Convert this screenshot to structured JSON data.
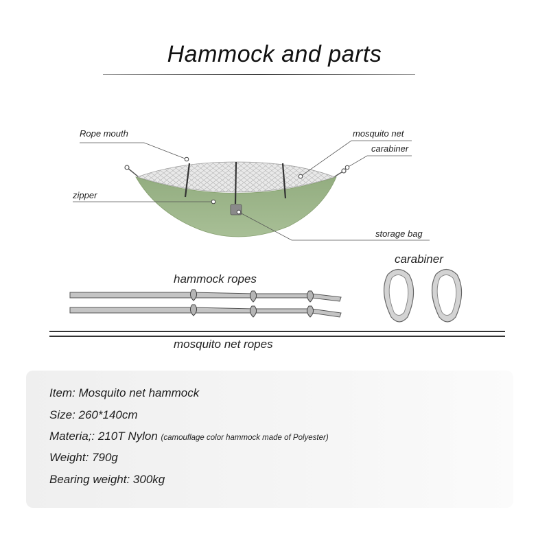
{
  "title": "Hammock and parts",
  "labels": {
    "rope_mouth": "Rope mouth",
    "mosquito_net": "mosquito net",
    "carabiner_small": "carabiner",
    "zipper": "zipper",
    "storage_bag": "storage bag",
    "carabiner_big": "carabiner",
    "hammock_ropes": "hammock ropes",
    "mosquito_net_ropes": "mosquito net ropes"
  },
  "colors": {
    "hammock_green": "#9db58a",
    "net_gray": "#d4d4d4",
    "rope_gray": "#bdbdbd",
    "carabiner_gray": "#c9c9c9"
  },
  "specs": {
    "item": "Item: Mosquito net hammock",
    "size": "Size: 260*140cm",
    "material": "Materia;: 210T Nylon",
    "material_note": "(camouflage color hammock made of Polyester)",
    "weight": "Weight: 790g",
    "bearing": "Bearing weight: 300kg"
  }
}
